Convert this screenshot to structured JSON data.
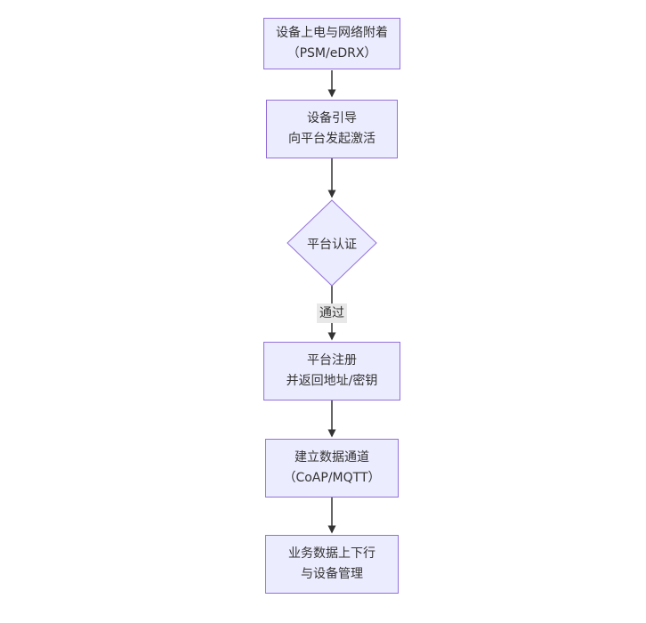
{
  "diagram": {
    "type": "flowchart",
    "direction": "top-down",
    "nodes": [
      {
        "id": "A",
        "shape": "rect",
        "lines": [
          "设备上电与网络附着",
          "（PSM/eDRX）"
        ]
      },
      {
        "id": "B",
        "shape": "rect",
        "lines": [
          "设备引导",
          "向平台发起激活"
        ]
      },
      {
        "id": "C",
        "shape": "diamond",
        "lines": [
          "平台认证"
        ]
      },
      {
        "id": "D",
        "shape": "rect",
        "lines": [
          "平台注册",
          "并返回地址/密钥"
        ]
      },
      {
        "id": "E",
        "shape": "rect",
        "lines": [
          "建立数据通道",
          "（CoAP/MQTT）"
        ]
      },
      {
        "id": "F",
        "shape": "rect",
        "lines": [
          "业务数据上下行",
          "与设备管理"
        ]
      }
    ],
    "edges": [
      {
        "from": "A",
        "to": "B",
        "label": ""
      },
      {
        "from": "B",
        "to": "C",
        "label": ""
      },
      {
        "from": "C",
        "to": "D",
        "label": "通过"
      },
      {
        "from": "D",
        "to": "E",
        "label": ""
      },
      {
        "from": "E",
        "to": "F",
        "label": ""
      }
    ],
    "colors": {
      "background": "#ffffff",
      "node_fill": "#ECECFF",
      "node_border": "#9370DB",
      "text": "#333333",
      "arrow": "#333333",
      "edge_label_bg": "#e8e8e8"
    }
  }
}
